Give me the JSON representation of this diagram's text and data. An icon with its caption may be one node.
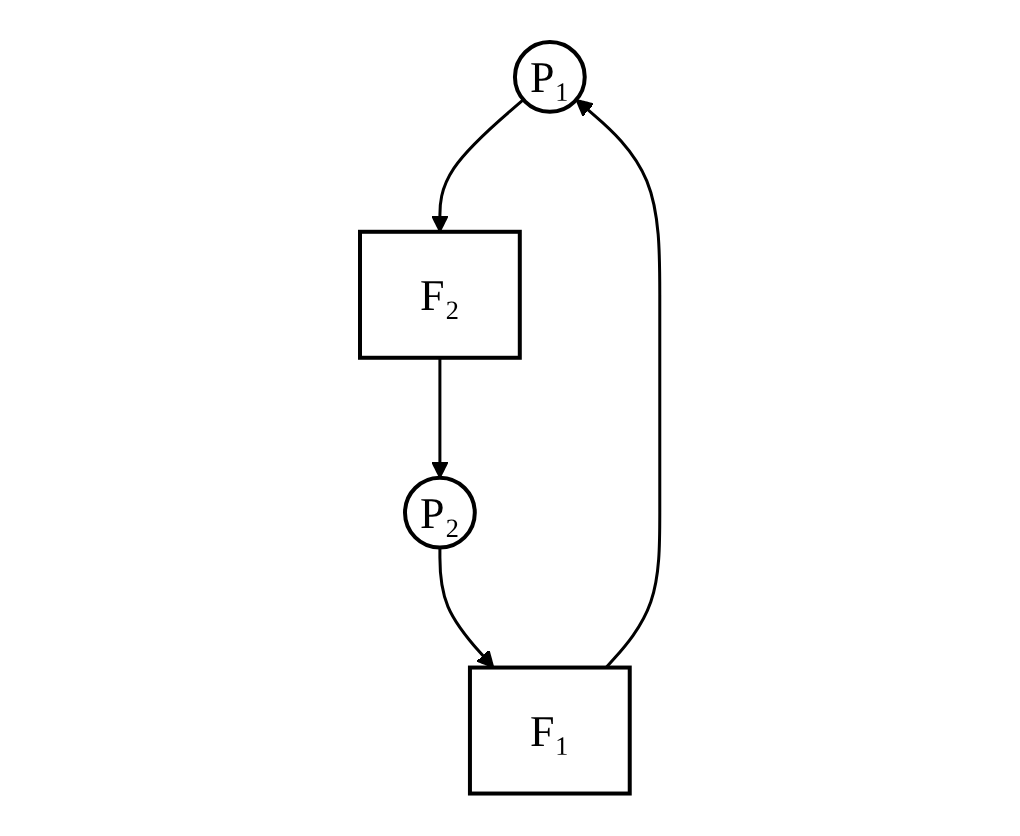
{
  "diagram": {
    "nodes": [
      {
        "text": [
          "P₁"
        ]
      },
      {
        "text": [
          "F₁"
        ]
      },
      {
        "text": [
          "F₂"
        ]
      },
      {
        "text": [
          "P₂"
        ]
      }
    ],
    "edges": [
      {
        "from": 0,
        "to": 2,
        "arrow": "to"
      },
      {
        "from": 2,
        "to": 3,
        "arrow": "to"
      },
      {
        "from": 3,
        "to": 1,
        "arrow": "to"
      },
      {
        "from": 1,
        "to": 0,
        "arrow": "to"
      }
    ]
  }
}
